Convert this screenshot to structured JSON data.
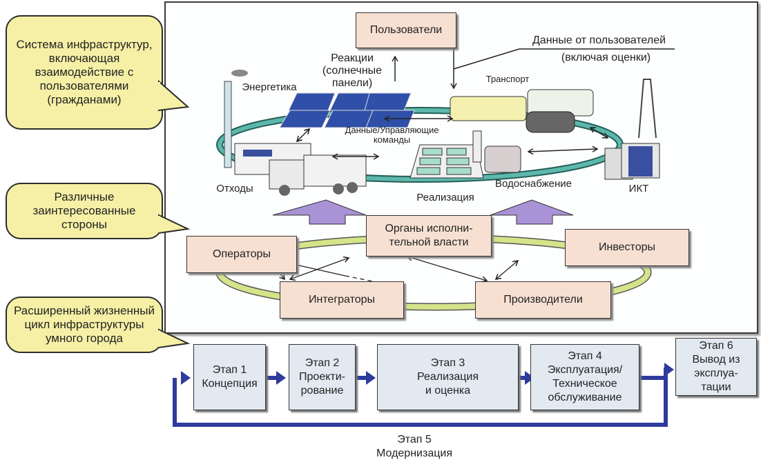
{
  "callouts": [
    "Система инфраструктур,\nвключающая\nвзаимодействие с\nпользователями\n(гражданами)",
    "Различные\nзаинтересованные\nстороны",
    "Расширенный жизненный\nцикл инфраструктуры\nумного города"
  ],
  "infrastructure": {
    "users_box": "Пользователи",
    "reactions": "Реакции\n(солнечные\nпанели)",
    "user_data": "Данные от пользователей",
    "user_data_sub": "(включая оценки)",
    "energy": "Энергетика",
    "transport": "Транспорт",
    "data_control": "Данные/Управляющие\nкоманды",
    "waste": "Отходы",
    "realization": "Реализация",
    "water": "Водоснабжение",
    "ict": "ИКТ"
  },
  "stakeholders": {
    "executive": "Органы исполни-\nтельной власти",
    "operators": "Операторы",
    "investors": "Инвесторы",
    "integrators": "Интеграторы",
    "manufacturers": "Производители"
  },
  "lifecycle": {
    "stages": [
      "Этап 1\nКонцепция",
      "Этап 2\nПроекти-\nрование",
      "Этап 3\nРеализация\nи оценка",
      "Этап 4\nЭксплуатация/\nТехническое\nобслуживание",
      "Этап 6\nВывод из\nэксплуа-\nтации"
    ],
    "stage5": "Этап 5\nМодернизация"
  },
  "colors": {
    "callout": "#f6f0a6",
    "stakeholder_box": "#f7e0d2",
    "stage_box": "#e2e9f1",
    "flow_arrow": "#2e3b9c",
    "infra_ring": "#3f9a8f",
    "stakeholder_ring": "#d4e48a",
    "up_arrow": "#a992d6"
  }
}
